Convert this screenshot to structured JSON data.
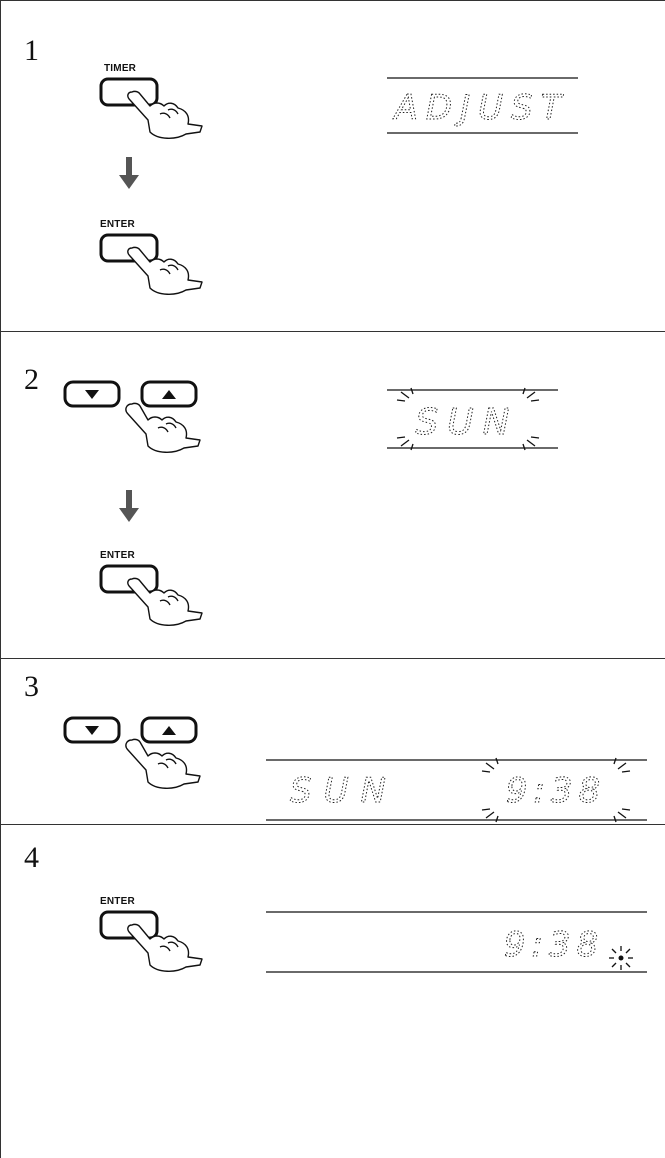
{
  "steps": [
    {
      "number": "1",
      "buttons": [
        "TIMER",
        "ENTER"
      ],
      "display": [
        "ADJUST"
      ]
    },
    {
      "number": "2",
      "buttons": [
        "ENTER"
      ],
      "display": [
        "SUN"
      ]
    },
    {
      "number": "3",
      "buttons": [],
      "display": [
        "SUN",
        "9:38"
      ]
    },
    {
      "number": "4",
      "buttons": [
        "ENTER"
      ],
      "display": [
        "9:38"
      ]
    }
  ],
  "icons": {
    "down": "triangle-down-icon",
    "up": "triangle-up-icon",
    "arrow": "down-arrow-icon",
    "hand": "pointing-hand-icon"
  }
}
